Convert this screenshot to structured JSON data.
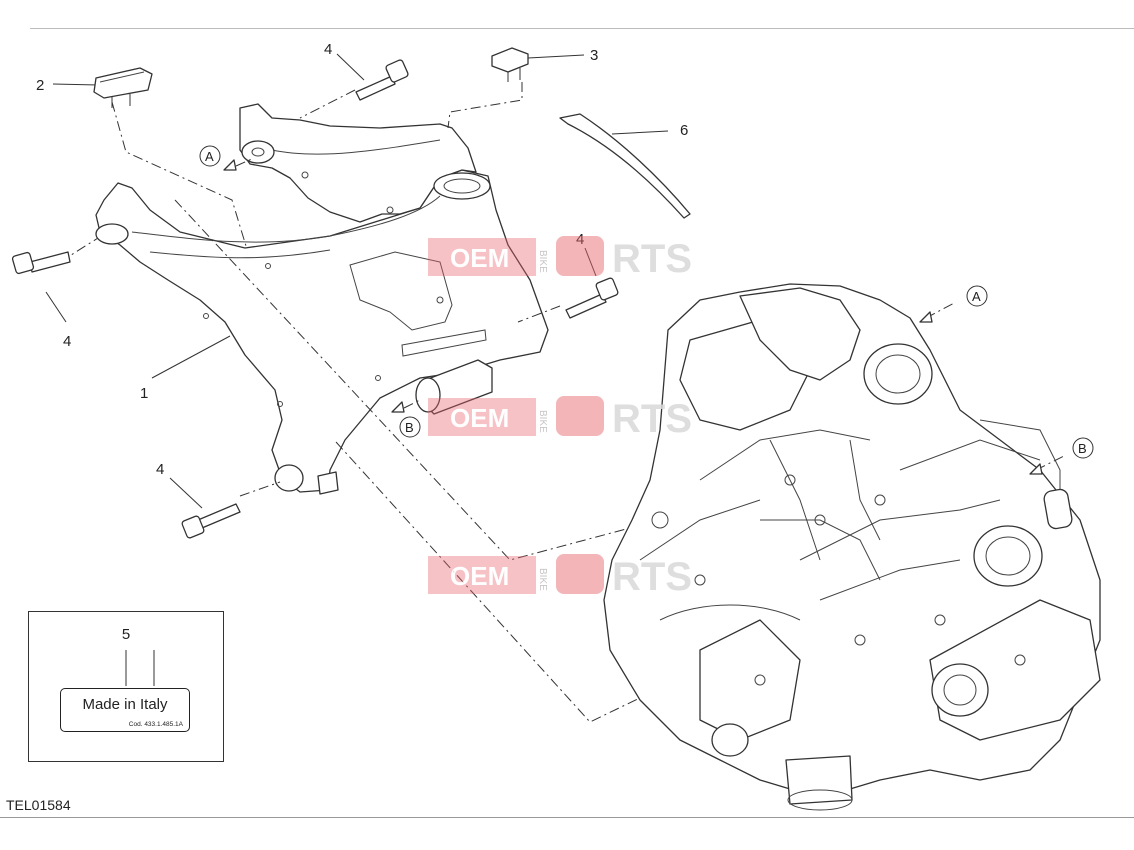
{
  "callouts": {
    "c1": "1",
    "c2": "2",
    "c3": "3",
    "c4a": "4",
    "c4b": "4",
    "c4c": "4",
    "c4d": "4",
    "c5": "5",
    "c6": "6"
  },
  "refs": {
    "a_frame": "A",
    "b_frame": "B",
    "a_engine": "A",
    "b_engine": "B"
  },
  "label_box": {
    "sticker_text": "Made in Italy",
    "sticker_code": "Cod. 433.1.485.1A"
  },
  "diagram_code": "TEL01584",
  "watermark": {
    "oem": "OEM",
    "bike": "BIKE",
    "parts_tail": "RTS"
  }
}
